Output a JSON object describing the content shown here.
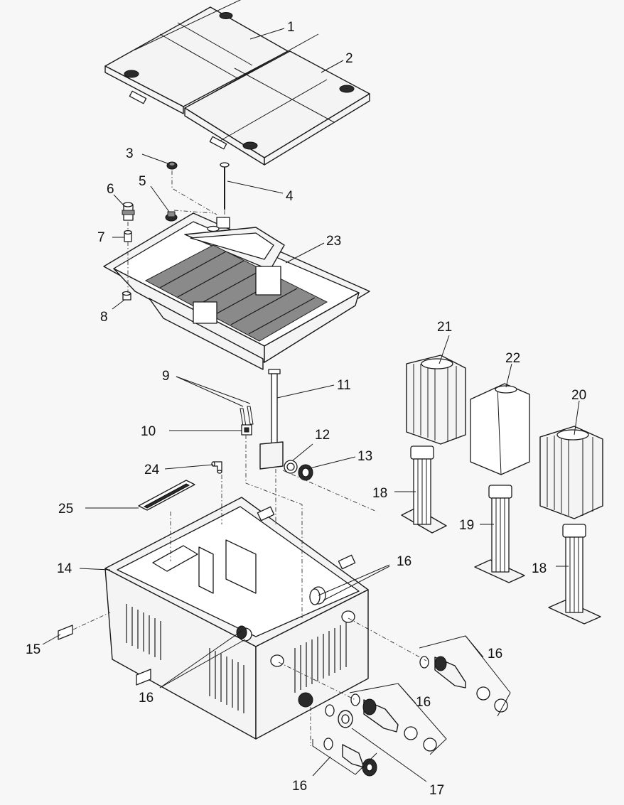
{
  "callouts": [
    {
      "id": "c1",
      "label": "1"
    },
    {
      "id": "c2",
      "label": "2"
    },
    {
      "id": "c3",
      "label": "3"
    },
    {
      "id": "c4",
      "label": "4"
    },
    {
      "id": "c5",
      "label": "5"
    },
    {
      "id": "c6",
      "label": "6"
    },
    {
      "id": "c7",
      "label": "7"
    },
    {
      "id": "c8",
      "label": "8"
    },
    {
      "id": "c9",
      "label": "9"
    },
    {
      "id": "c10",
      "label": "10"
    },
    {
      "id": "c11",
      "label": "11"
    },
    {
      "id": "c12",
      "label": "12"
    },
    {
      "id": "c13",
      "label": "13"
    },
    {
      "id": "c14",
      "label": "14"
    },
    {
      "id": "c15",
      "label": "15"
    },
    {
      "id": "c16a",
      "label": "16"
    },
    {
      "id": "c16b",
      "label": "16"
    },
    {
      "id": "c16c",
      "label": "16"
    },
    {
      "id": "c16d",
      "label": "16"
    },
    {
      "id": "c16e",
      "label": "16"
    },
    {
      "id": "c17",
      "label": "17"
    },
    {
      "id": "c18a",
      "label": "18"
    },
    {
      "id": "c18b",
      "label": "18"
    },
    {
      "id": "c19",
      "label": "19"
    },
    {
      "id": "c20",
      "label": "20"
    },
    {
      "id": "c21",
      "label": "21"
    },
    {
      "id": "c22",
      "label": "22"
    },
    {
      "id": "c23",
      "label": "23"
    },
    {
      "id": "c24",
      "label": "24"
    },
    {
      "id": "c25",
      "label": "25"
    }
  ]
}
